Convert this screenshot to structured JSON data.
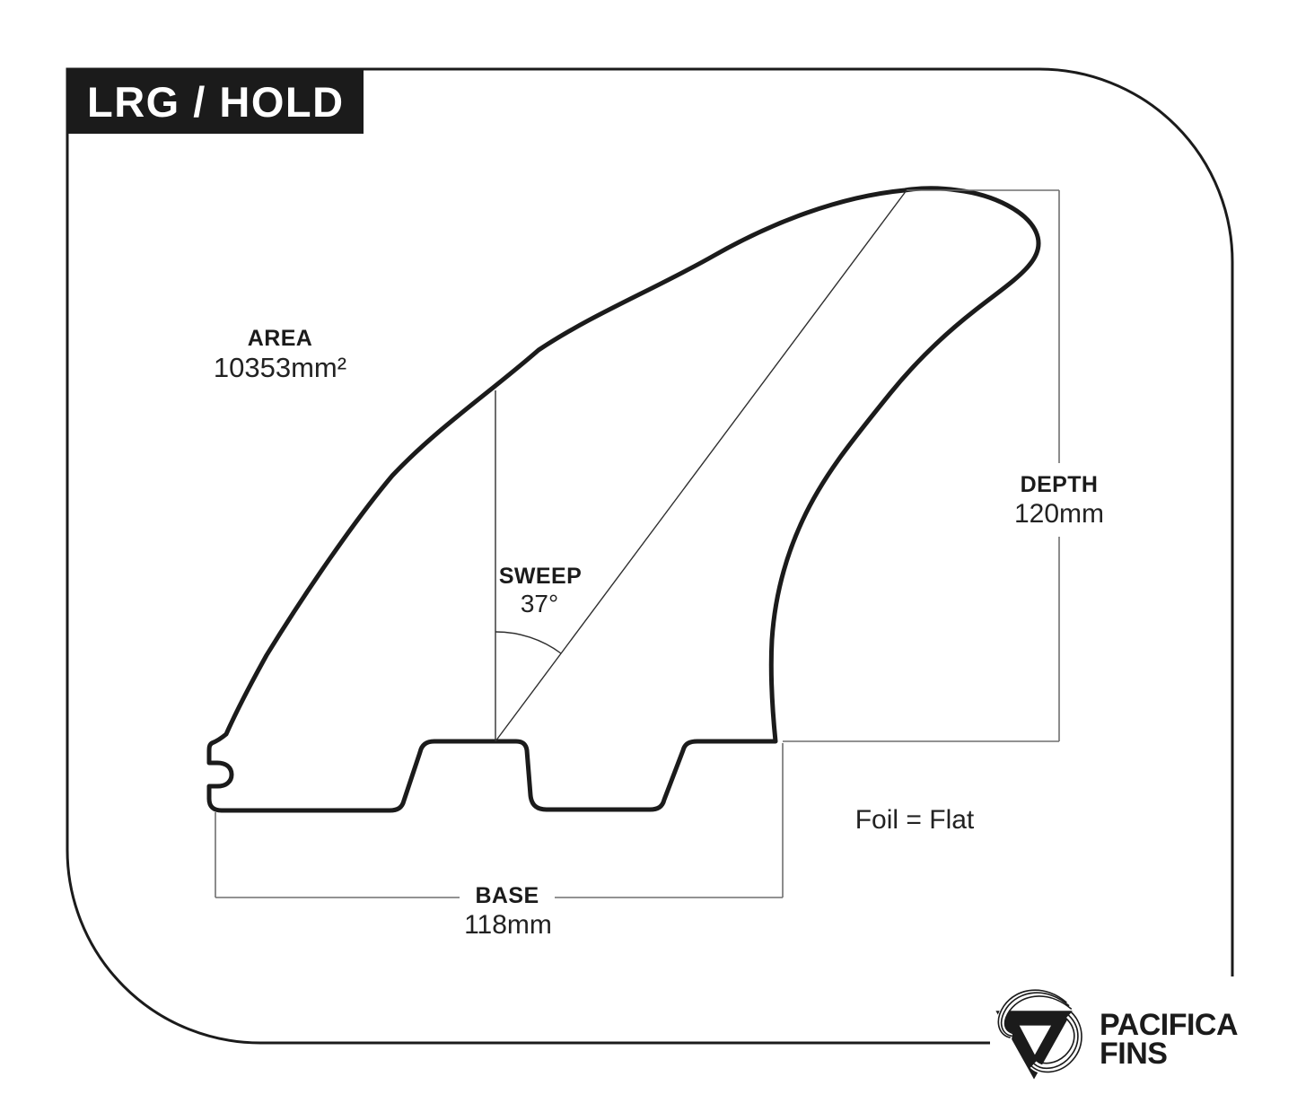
{
  "title": "LRG / HOLD",
  "fin": {
    "area": {
      "label": "AREA",
      "value": "10353mm²"
    },
    "sweep": {
      "label": "SWEEP",
      "value": "37°"
    },
    "depth": {
      "label": "DEPTH",
      "value": "120mm"
    },
    "base": {
      "label": "BASE",
      "value": "118mm"
    },
    "foil_note": "Foil = Flat"
  },
  "brand": {
    "line1": "PACIFICA",
    "line2": "FINS"
  },
  "colors": {
    "ink": "#1b1b1b",
    "measure_line": "#6f6f6f",
    "sweep_line": "#2f2f2f",
    "background": "#ffffff"
  }
}
